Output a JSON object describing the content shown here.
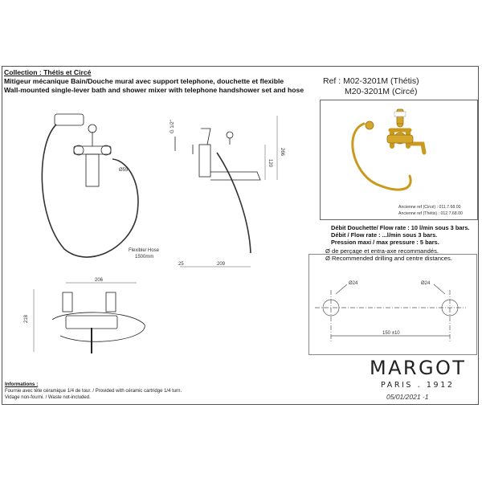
{
  "header": {
    "collection": "Collection : Thétis et Circé",
    "title_fr": "Mitigeur mécanique Bain/Douche mural avec support telephone, douchette et flexible",
    "title_en": "Wall-mounted single-lever bath and shower mixer with telephone handshower set and hose"
  },
  "reference": {
    "line1": "Ref : M02-3201M (Thétis)",
    "line2": "M20-3201M (Circé)",
    "old_ref_circe": "Ancienne ref (Circé) : 011.7.68.00",
    "old_ref_thetis": "Ancienne ref (Thétis) : 012.7.68.00"
  },
  "specs": {
    "flow_shower": "Débit Douchette/ Flow rate : 10 l/min sous 3 bars.",
    "flow": "Débit / Flow rate : ...l/min sous 3 bars.",
    "pressure": "Pression maxi / max pressure : 5 bars."
  },
  "drilling": {
    "fr": "Ø de perçage et entra-axe recommandés.",
    "en": "Ø Recommended drilling and centre distances.",
    "left_diameter": "Ø24",
    "right_diameter": "Ø24",
    "centre_distance": "150 ±10"
  },
  "dimensions": {
    "handle_diameter": "Ø55",
    "hose_label_1": "Flexible/ Hose",
    "hose_label_2": "1500mm",
    "thread": "G 1/2\"",
    "height_total": "266",
    "height_spout": "120",
    "depth_left": "25",
    "depth_spout": "209",
    "width_top": "206",
    "height_top": "218"
  },
  "brand": {
    "name": "MARGOT",
    "city": "PARIS . 1912",
    "date": "05/01/2021 -1"
  },
  "informations": {
    "title": "Informations :",
    "line1": "Fournie avec tête céramique 1/4 de tour. / Provided with céramic cartridge 1/4 turn.",
    "line2": "Vidage non-fourni. / Waste not-included."
  }
}
